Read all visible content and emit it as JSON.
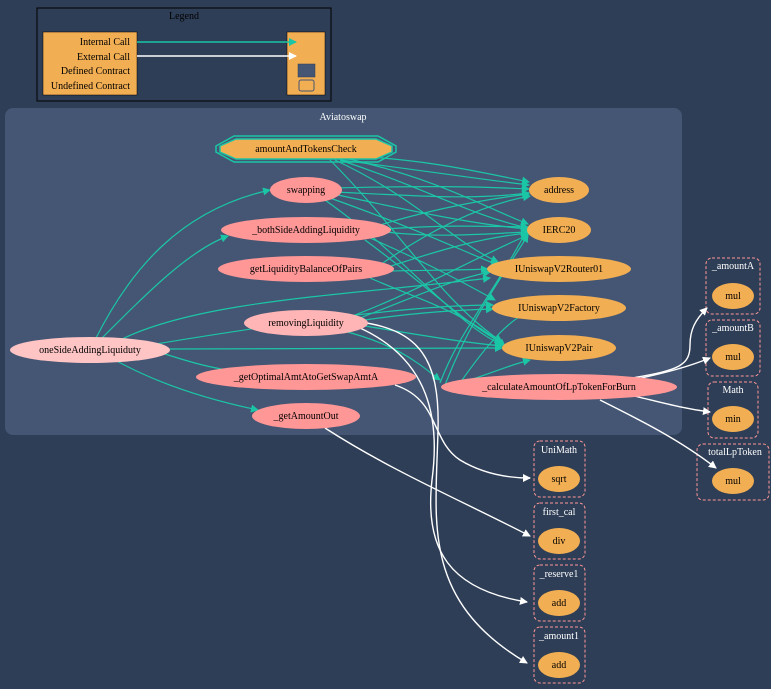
{
  "legend": {
    "title": "Legend",
    "rows": [
      "Internal Call",
      "External Call",
      "Defined Contract",
      "Undefined Contract"
    ]
  },
  "cluster": {
    "title": "Aviatoswap",
    "functions": {
      "amountAndTokensCheck": "amountAndTokensCheck",
      "swapping": "swapping",
      "bothSideAddingLiquidity": "_bothSideAddingLiquidity",
      "getLiquidityBalanceOfPairs": "getLiquidityBalanceOfPairs",
      "removingLiquidity": "removingLiquidity",
      "oneSideAddingLiquiduty": "oneSideAddingLiquiduty",
      "getOptimalAmtAtoGetSwapAmtA": "_getOptimalAmtAtoGetSwapAmtA",
      "getAmountOut": "_getAmountOut",
      "calculateAmountOfLpTokenForBurn": "_calculateAmountOfLpTokenForBurn"
    },
    "types": {
      "address": "address",
      "ierc20": "IERC20",
      "router": "IUniswapV2Router01",
      "factory": "IUniswapV2Factory",
      "pair": "IUniswapV2Pair"
    }
  },
  "externals": [
    {
      "title": "_amountA",
      "method": "mul"
    },
    {
      "title": "_amountB",
      "method": "mul"
    },
    {
      "title": "Math",
      "method": "min"
    },
    {
      "title": "totalLpToken",
      "method": "mul"
    },
    {
      "title": "UniMath",
      "method": "sqrt"
    },
    {
      "title": "first_cal",
      "method": "div"
    },
    {
      "title": "_reserve1",
      "method": "add"
    },
    {
      "title": "_amount1",
      "method": "add"
    }
  ],
  "colors": {
    "background": "#2e3e56",
    "cluster": "#445673",
    "defined_contract": "#f2ae53",
    "function_node": "#ff9797",
    "internal_call": "#1bc6a6",
    "external_call": "#ffffff",
    "dashed_border": "#ff9797"
  }
}
